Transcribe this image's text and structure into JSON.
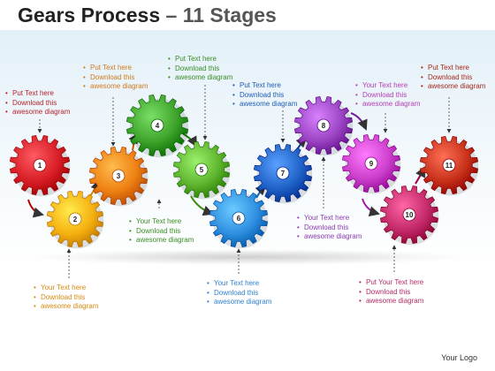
{
  "title": {
    "main": "Gears Process",
    "dash": "–",
    "sub": "11 Stages"
  },
  "logo": "Your Logo",
  "colors": {
    "red": "#d0202a",
    "orange": "#f08a10",
    "green": "#3a9e26",
    "blue": "#1a6fd0",
    "purple": "#9a3fbf",
    "magenta": "#c238c0",
    "darkred": "#c23a1a",
    "yellow": "#f4b400"
  },
  "gears": [
    {
      "label": "1",
      "color": "#d81e26"
    },
    {
      "label": "2",
      "color": "#f5b010"
    },
    {
      "label": "3",
      "color": "#ee8012"
    },
    {
      "label": "4",
      "color": "#3ea32a"
    },
    {
      "label": "5",
      "color": "#5fb52e"
    },
    {
      "label": "6",
      "color": "#2f8fe0"
    },
    {
      "label": "7",
      "color": "#1f63c8"
    },
    {
      "label": "8",
      "color": "#9b45c4"
    },
    {
      "label": "9",
      "color": "#cc3fcc"
    },
    {
      "label": "10",
      "color": "#c42a6a"
    },
    {
      "label": "11",
      "color": "#c8321a"
    }
  ],
  "notes": [
    {
      "lines": [
        "Put Text here",
        "Download this",
        "awesome diagram"
      ],
      "color": "#b8222a"
    },
    {
      "lines": [
        "Your Text here",
        "Download this",
        "awesome diagram"
      ],
      "color": "#d88a14"
    },
    {
      "lines": [
        "Put Text here",
        "Download this",
        "awesome diagram"
      ],
      "color": "#d27a1a"
    },
    {
      "lines": [
        "Put Text here",
        "Download this",
        "awesome diagram"
      ],
      "color": "#3a8e24"
    },
    {
      "lines": [
        "Your Text here",
        "Download this",
        "awesome diagram"
      ],
      "color": "#3a8e24"
    },
    {
      "lines": [
        "Your Text here",
        "Download this",
        "awesome diagram"
      ],
      "color": "#2f7fd0"
    },
    {
      "lines": [
        "Put Text here",
        "Download this",
        "awesome diagram"
      ],
      "color": "#1f5cb8"
    },
    {
      "lines": [
        "Your Text here",
        "Download this",
        "awesome diagram"
      ],
      "color": "#8d3cb4"
    },
    {
      "lines": [
        "Your Text here",
        "Download this",
        "awesome diagram"
      ],
      "color": "#b53cb5"
    },
    {
      "lines": [
        "Put Your Text here",
        "Download this",
        "awesome diagram"
      ],
      "color": "#b52a68"
    },
    {
      "lines": [
        "Put Text here",
        "Download this",
        "awesome diagram"
      ],
      "color": "#a8281a"
    }
  ]
}
